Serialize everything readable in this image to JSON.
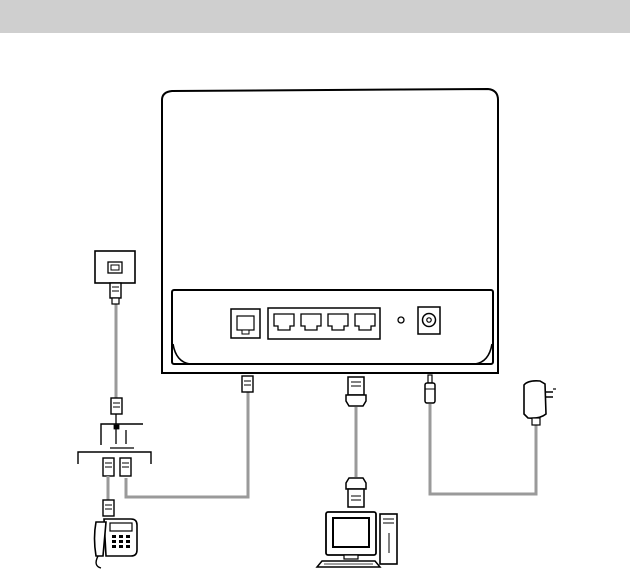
{
  "header": {
    "title": ""
  },
  "diagram": {
    "type": "router connection diagram",
    "components": [
      {
        "id": "wall-phone-jack",
        "icon": "phone-wall-jack-icon"
      },
      {
        "id": "splitter",
        "icon": "dsl-splitter-icon"
      },
      {
        "id": "telephone",
        "icon": "telephone-icon"
      },
      {
        "id": "router",
        "icon": "router-icon",
        "ports": [
          "phone-port",
          "lan-1",
          "lan-2",
          "lan-3",
          "lan-4",
          "reset-button",
          "power-jack"
        ]
      },
      {
        "id": "computer",
        "icon": "desktop-computer-icon"
      },
      {
        "id": "power-adapter",
        "icon": "power-adapter-icon"
      }
    ],
    "connections": [
      {
        "from": "wall-phone-jack",
        "to": "splitter",
        "cable": "phone"
      },
      {
        "from": "splitter",
        "to": "telephone",
        "cable": "phone"
      },
      {
        "from": "splitter",
        "to": "router",
        "cable": "phone"
      },
      {
        "from": "router",
        "to": "computer",
        "cable": "ethernet"
      },
      {
        "from": "router",
        "to": "power-adapter",
        "cable": "power"
      }
    ],
    "colors": {
      "line": "#000000",
      "cable": "#9a9a9a",
      "header": "#cfcfcf"
    }
  }
}
